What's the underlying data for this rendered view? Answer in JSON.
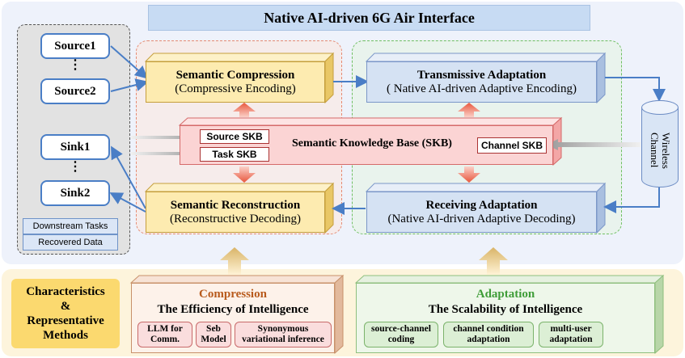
{
  "title": "Native AI-driven 6G Air Interface",
  "left_panel": {
    "source1": "Source1",
    "source_dots": "⋮",
    "source2": "Source2",
    "sink1": "Sink1",
    "sink_dots": "⋮",
    "sink2": "Sink2",
    "downstream": "Downstream Tasks",
    "recovered": "Recovered Data"
  },
  "semantic_compression": {
    "title": "Semantic Compression",
    "subtitle": "(Compressive Encoding)"
  },
  "semantic_reconstruction": {
    "title": "Semantic Reconstruction",
    "subtitle": "(Reconstructive Decoding)"
  },
  "transmissive_adaptation": {
    "title": "Transmissive Adaptation",
    "subtitle": "( Native AI-driven Adaptive Encoding)"
  },
  "receiving_adaptation": {
    "title": "Receiving Adaptation",
    "subtitle": "(Native AI-driven Adaptive Decoding)"
  },
  "skb": {
    "title": "Semantic Knowledge Base (SKB)",
    "source_skb": "Source SKB",
    "task_skb": "Task SKB",
    "channel_skb": "Channel SKB"
  },
  "wireless_channel": "Wireless Channel",
  "bottom": {
    "characteristics": [
      "Characteristics",
      "&",
      "Representative",
      "Methods"
    ],
    "compression": {
      "label": "Compression",
      "heading": "The Efficiency of Intelligence",
      "methods": [
        "LLM for Comm.",
        "Seb Model",
        "Synonymous variational inference"
      ]
    },
    "adaptation": {
      "label": "Adaptation",
      "heading": "The Scalability of Intelligence",
      "methods": [
        "source-channel coding",
        "channel condition adaptation",
        "multi-user adaptation"
      ]
    }
  },
  "colors": {
    "compression_label": "#b85a1c",
    "adaptation_label": "#3f9d38",
    "connector_blue": "#4a7ec6"
  }
}
